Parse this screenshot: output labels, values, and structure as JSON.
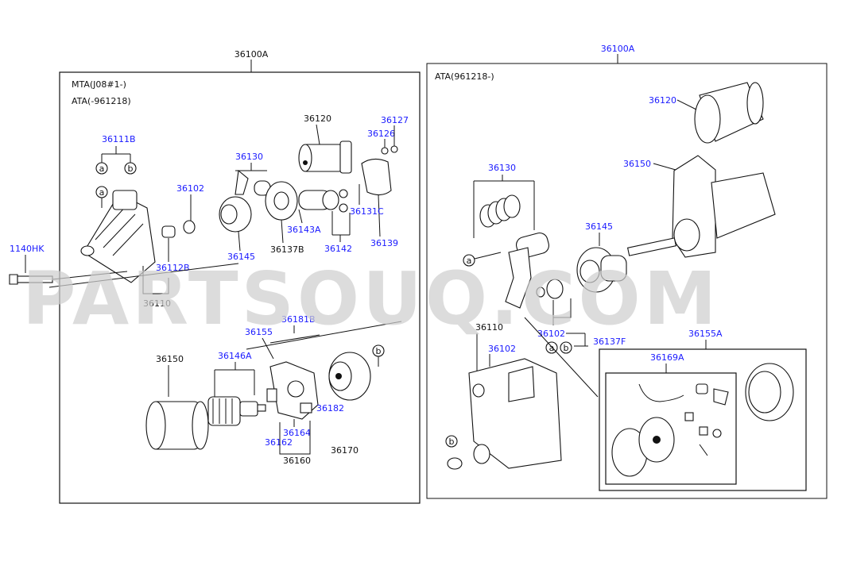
{
  "watermark": "PARTSOUQ.COM",
  "left_panel": {
    "assembly_no": "36100A",
    "variant_1": "MTA(J08#1-)",
    "variant_2": "ATA(-961218)",
    "labels": {
      "p36120": "36120",
      "p36126": "36126",
      "p36127": "36127",
      "p36111B": "36111B",
      "p36130": "36130",
      "p36102": "36102",
      "p36131C": "36131C",
      "p36143A": "36143A",
      "p36137B": "36137B",
      "p36142": "36142",
      "p36139": "36139",
      "p36145": "36145",
      "p36112B": "36112B",
      "p36110": "36110",
      "p1140HK": "1140HK",
      "p36181B": "36181B",
      "p36155": "36155",
      "p36150": "36150",
      "p36146A": "36146A",
      "p36182": "36182",
      "p36164": "36164",
      "p36162": "36162",
      "p36160": "36160",
      "p36170": "36170"
    },
    "callouts": {
      "a": "a",
      "b": "b"
    }
  },
  "right_panel": {
    "assembly_no": "36100A",
    "variant_1": "ATA(961218-)",
    "labels": {
      "p36120": "36120",
      "p36150": "36150",
      "p36130": "36130",
      "p36145": "36145",
      "p36110": "36110",
      "p36102a": "36102",
      "p36102b": "36102",
      "p36137F": "36137F",
      "p36155A": "36155A",
      "p36169A": "36169A"
    },
    "callouts": {
      "a": "a",
      "b": "b"
    }
  },
  "colors": {
    "link_label": "#1a1aff",
    "text": "#111111",
    "watermark": "#cfcfcf"
  }
}
